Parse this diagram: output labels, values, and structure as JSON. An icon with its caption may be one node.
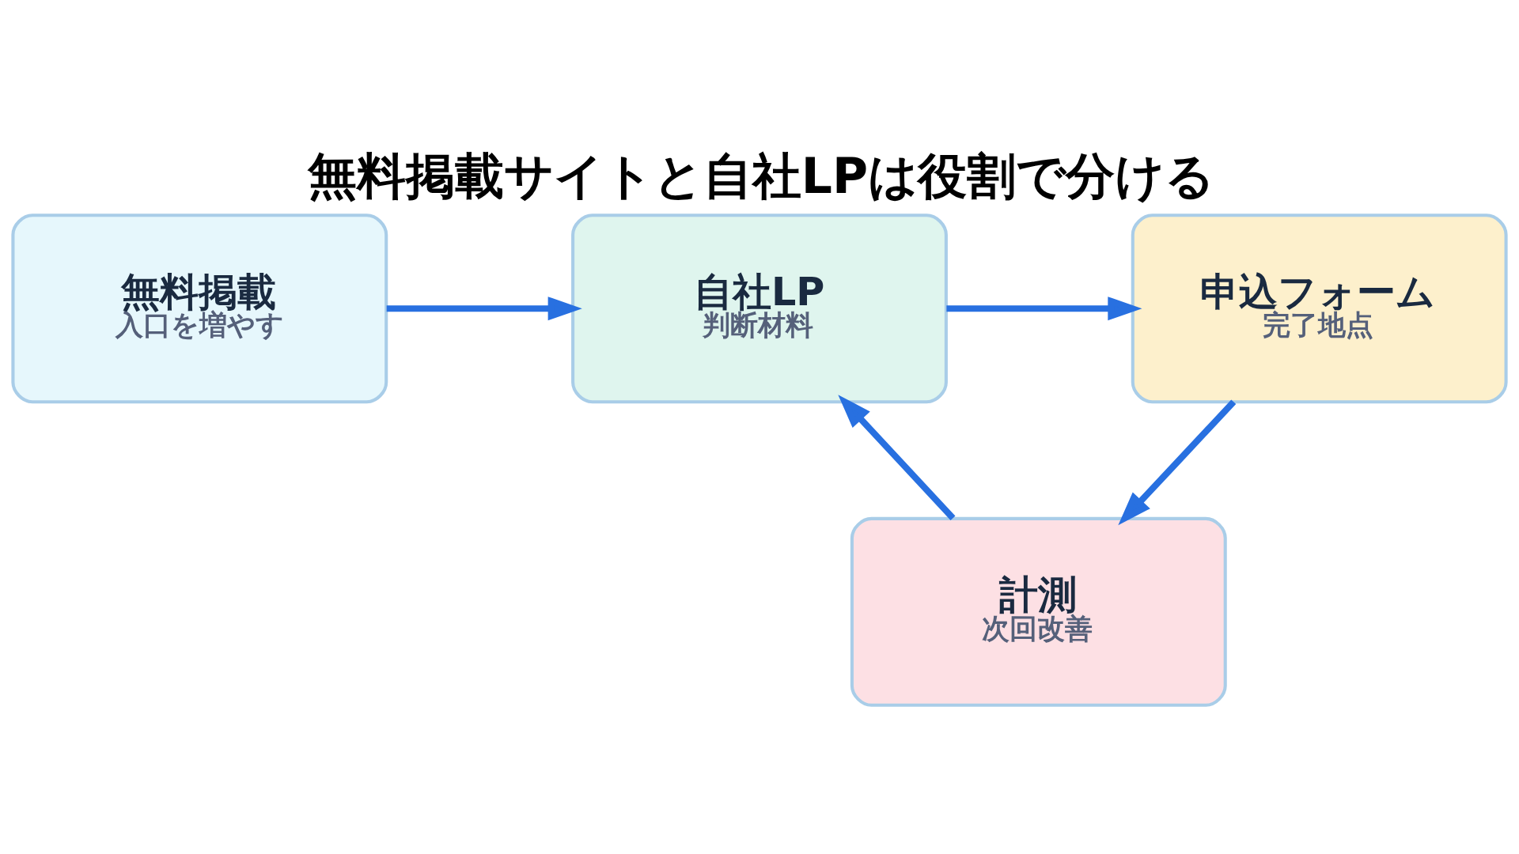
{
  "diagram": {
    "title": "無料掲載サイトと自社LPは役割で分ける",
    "nodes": [
      {
        "text": [
          "無料掲載",
          "入口を増やす"
        ]
      },
      {
        "text": [
          "自社LP",
          "判断材料"
        ]
      },
      {
        "text": [
          "申込フォーム",
          "完了地点"
        ]
      },
      {
        "text": [
          "計測",
          "次回改善"
        ]
      }
    ],
    "edges": [
      {
        "from": 0,
        "to": 1,
        "arrow": "to"
      },
      {
        "from": 1,
        "to": 2,
        "arrow": "to"
      },
      {
        "from": 2,
        "to": 3,
        "arrow": "to"
      },
      {
        "from": 3,
        "to": 1,
        "arrow": "to"
      }
    ]
  }
}
